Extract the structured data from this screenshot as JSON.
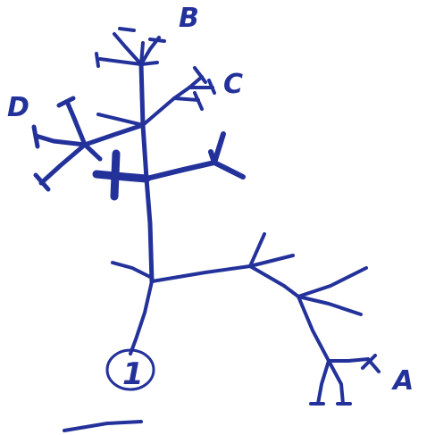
{
  "ink_color": "#23319a",
  "background": "#ffffff",
  "labels": {
    "b": "B",
    "c": "C",
    "d": "D",
    "one": "1",
    "a": "A"
  }
}
